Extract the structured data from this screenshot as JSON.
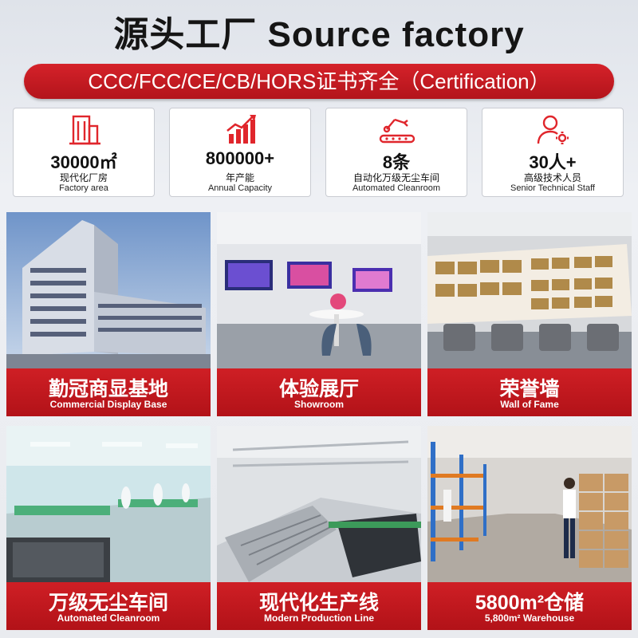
{
  "header": {
    "title": "源头工厂 Source factory",
    "certification": "CCC/FCC/CE/CB/HORS证书齐全（Certification）"
  },
  "stats": [
    {
      "icon": "factory-building-icon",
      "value": "30000㎡",
      "label_cn": "现代化厂房",
      "label_en": "Factory area"
    },
    {
      "icon": "growth-chart-icon",
      "value": "800000+",
      "label_cn": "年产能",
      "label_en": "Annual Capacity"
    },
    {
      "icon": "robot-arm-conveyor-icon",
      "value": "8条",
      "label_cn": "自动化万级无尘车间",
      "label_en": "Automated Cleanroom"
    },
    {
      "icon": "staff-gear-icon",
      "value": "30人+",
      "label_cn": "高级技术人员",
      "label_en": "Senior Technical Staff"
    }
  ],
  "gallery": [
    {
      "cn": "勤冠商显基地",
      "en": "Commercial Display Base",
      "photo": "office-building-photo"
    },
    {
      "cn": "体验展厅",
      "en": "Showroom",
      "photo": "showroom-photo"
    },
    {
      "cn": "荣誉墙",
      "en": "Wall of Fame",
      "photo": "honor-wall-photo"
    },
    {
      "cn": "万级无尘车间",
      "en": "Automated Cleanroom",
      "photo": "cleanroom-photo"
    },
    {
      "cn": "现代化生产线",
      "en": "Modern Production Line",
      "photo": "production-line-photo"
    },
    {
      "cn": "5800m²仓储",
      "en": "5,800m² Warehouse",
      "photo": "warehouse-photo"
    }
  ],
  "colors": {
    "accent_red": "#c8191f",
    "icon_red": "#e0262c",
    "title": "#151515"
  }
}
